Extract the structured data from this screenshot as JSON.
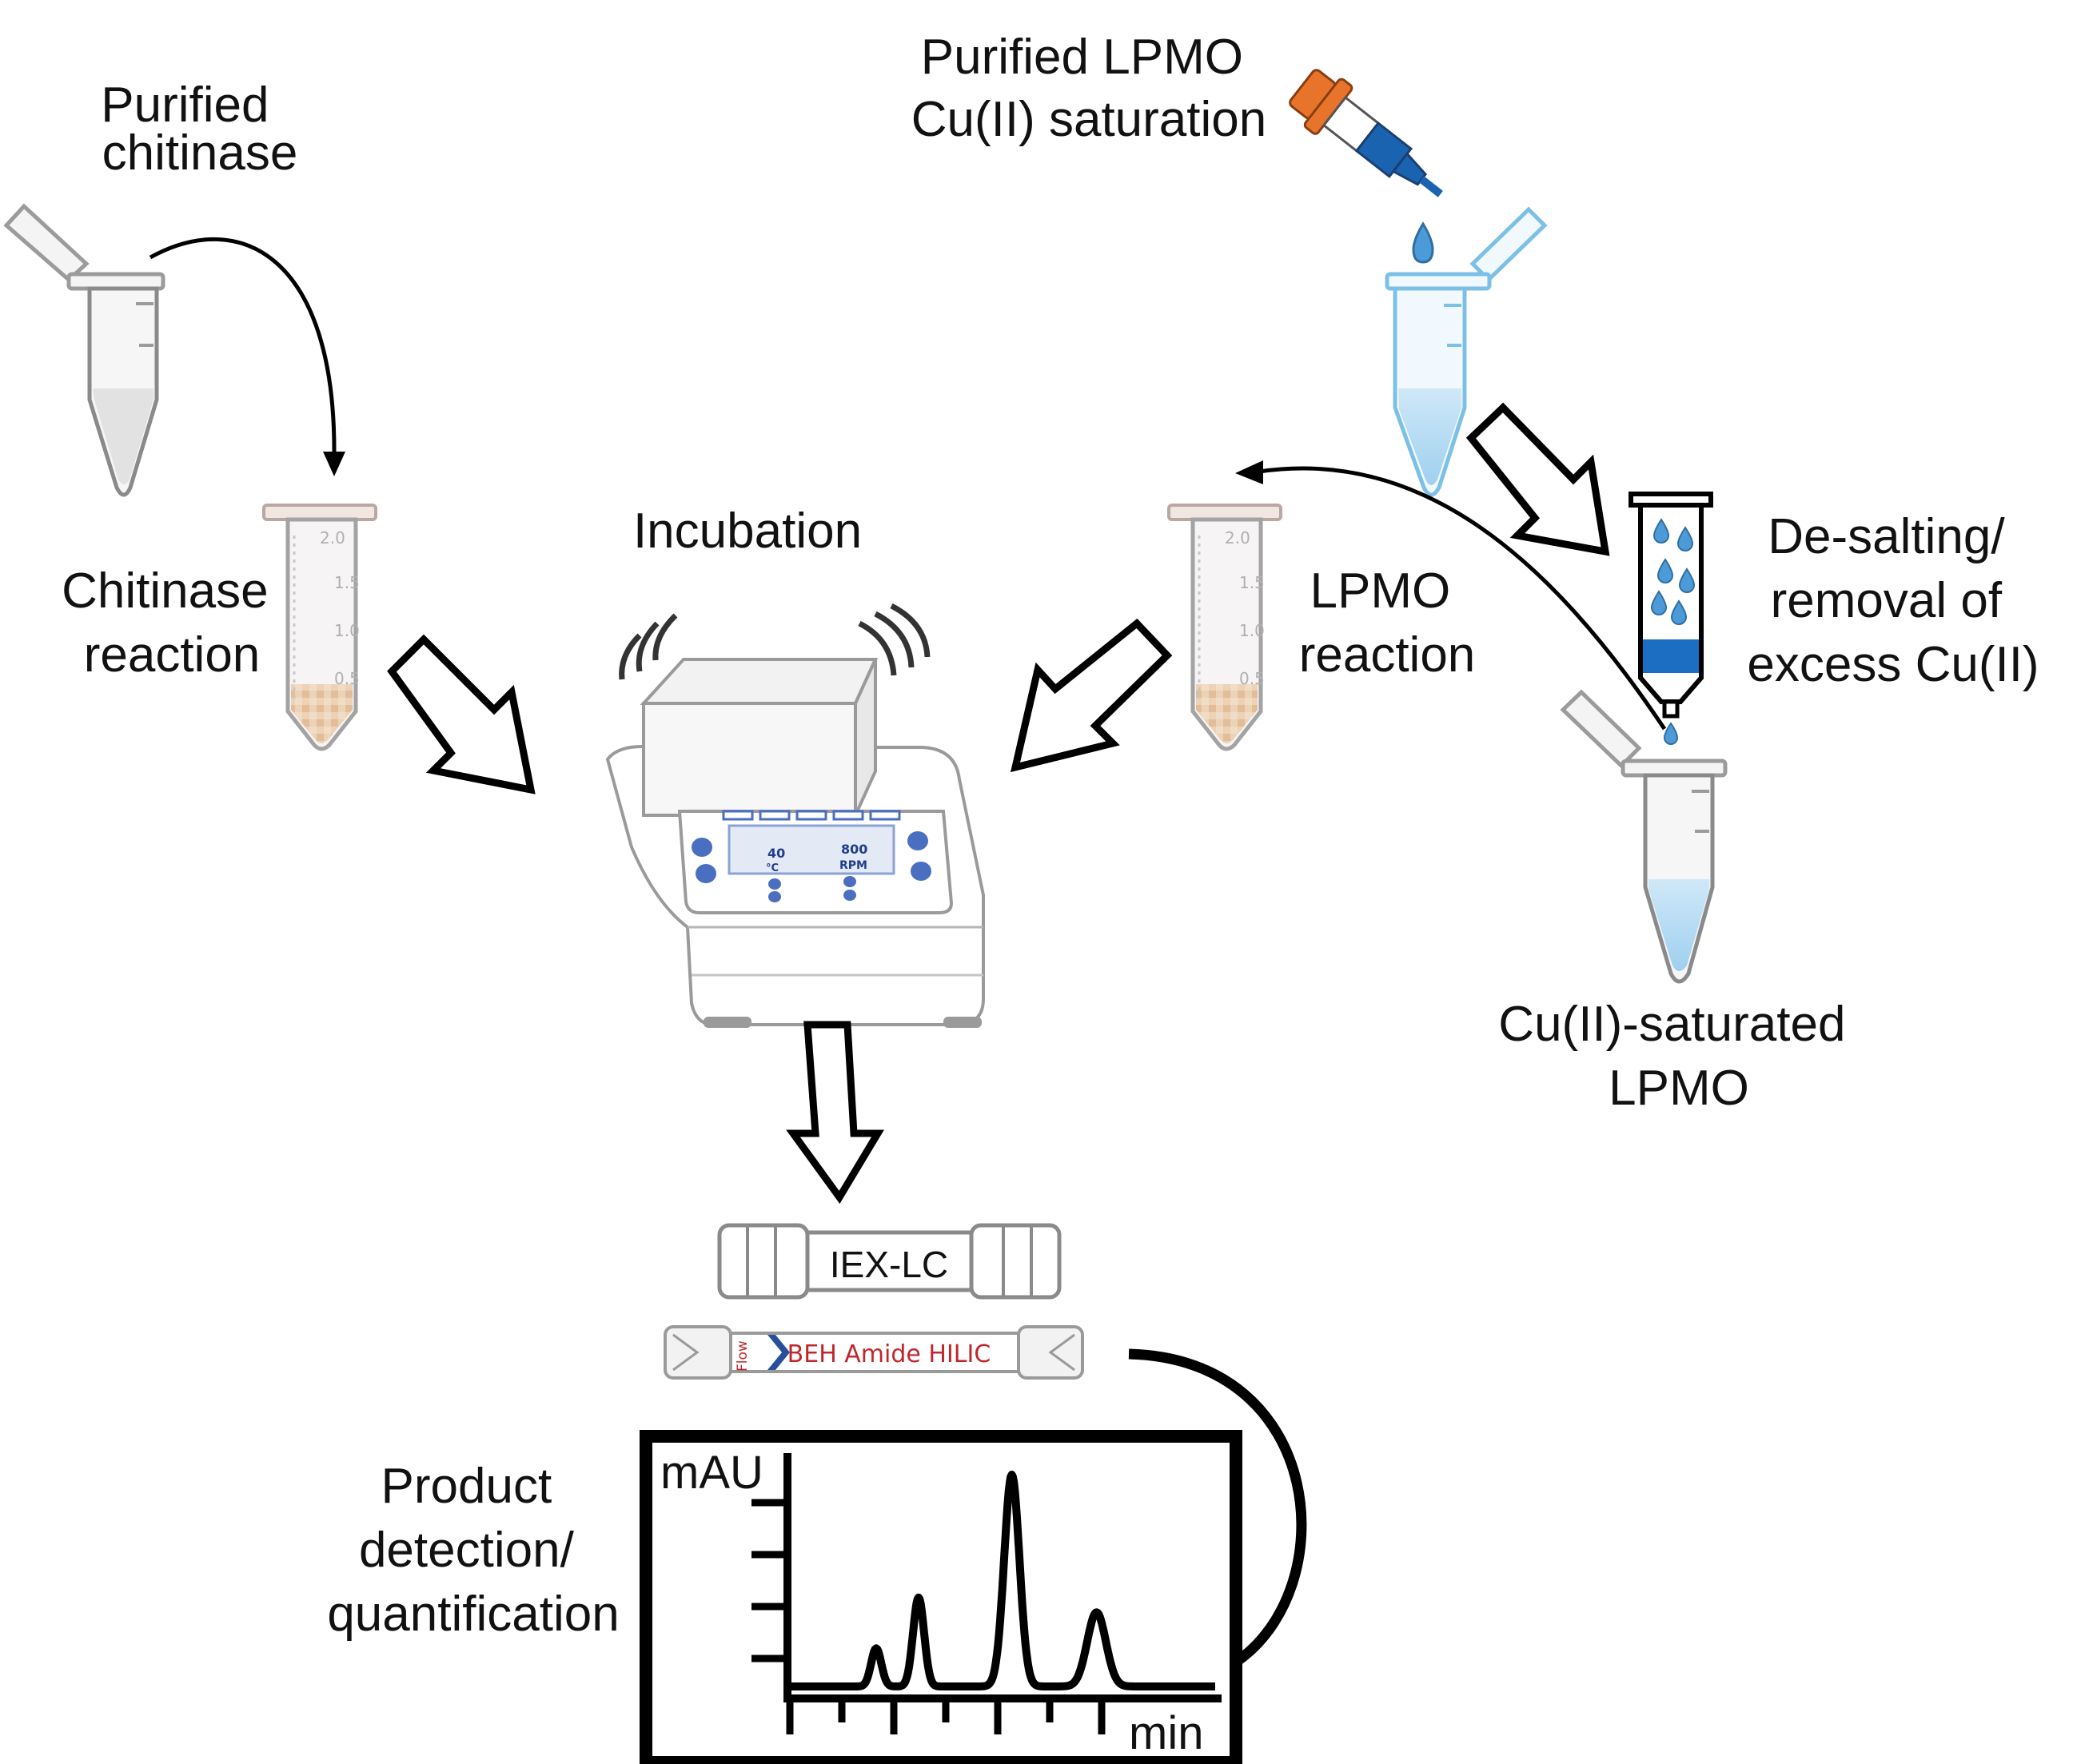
{
  "labels": {
    "purified_chitinase": [
      "Purified",
      "chitinase"
    ],
    "purified_lpmo": [
      "Purified LPMO",
      "Cu(II) saturation"
    ],
    "chitinase_reaction": [
      "Chitinase",
      "reaction"
    ],
    "incubation": "Incubation",
    "lpmo_reaction": [
      "LPMO",
      "reaction"
    ],
    "desalting": [
      "De-salting/",
      "removal of",
      "excess Cu(II)"
    ],
    "cu_saturated_lpmo": [
      "Cu(II)-saturated",
      "LPMO"
    ],
    "product_detection": [
      "Product",
      "detection/",
      "quantification"
    ]
  },
  "device": {
    "temp_value": "40",
    "temp_unit": "°C",
    "speed_value": "800",
    "speed_unit": "RPM"
  },
  "tube_marks": {
    "top": "2.0",
    "mid": "1.5",
    "low": "1.0",
    "bottom": "0.5"
  },
  "columns": {
    "iex": "IEX-LC",
    "hilic": "BEH Amide HILIC",
    "flow": "Flow"
  },
  "chromatogram": {
    "y_axis": "mAU",
    "x_axis": "min",
    "peaks": [
      {
        "position": 0.2,
        "height": 0.18,
        "width": 0.012
      },
      {
        "position": 0.3,
        "height": 0.42,
        "width": 0.013
      },
      {
        "position": 0.52,
        "height": 1.0,
        "width": 0.018
      },
      {
        "position": 0.72,
        "height": 0.35,
        "width": 0.022
      }
    ]
  },
  "colors": {
    "dropper_cap": "#e8742b",
    "dropper_blue": "#1a63b0",
    "column_blue": "#1b6ec2",
    "liquid_blue": "#bfe0f5",
    "sample_beige": "#e9c9a8",
    "hilic_text": "#c0272d",
    "screen_text": "#1f3d8a"
  }
}
